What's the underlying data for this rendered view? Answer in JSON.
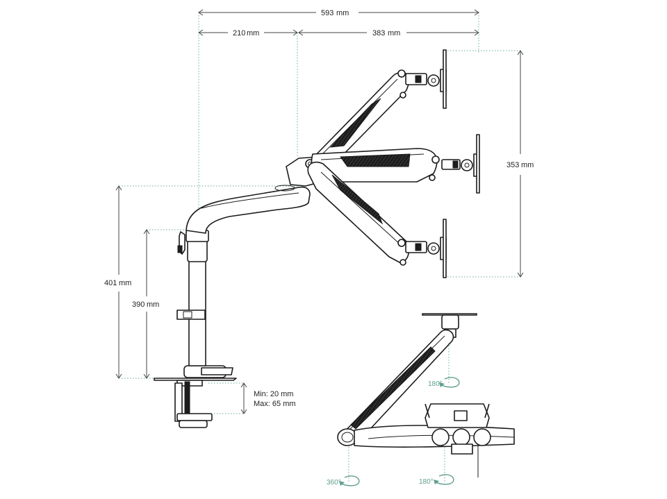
{
  "dimensions": {
    "total_width": "593",
    "arm_reach": "210",
    "arm_extension": "383",
    "vertical_travel": "353",
    "total_height": "401",
    "pole_height": "390",
    "unit": "mm"
  },
  "clamp": {
    "min_label": "Min: 20",
    "max_label": "Max: 65",
    "unit": "mm"
  },
  "rotations": {
    "upper": "180°",
    "base": "360°",
    "head": "180°"
  },
  "colors": {
    "line": "#1a1a1a",
    "dimension": "#444444",
    "extension": "#6aa89a",
    "rotation": "#5f9f8f"
  }
}
